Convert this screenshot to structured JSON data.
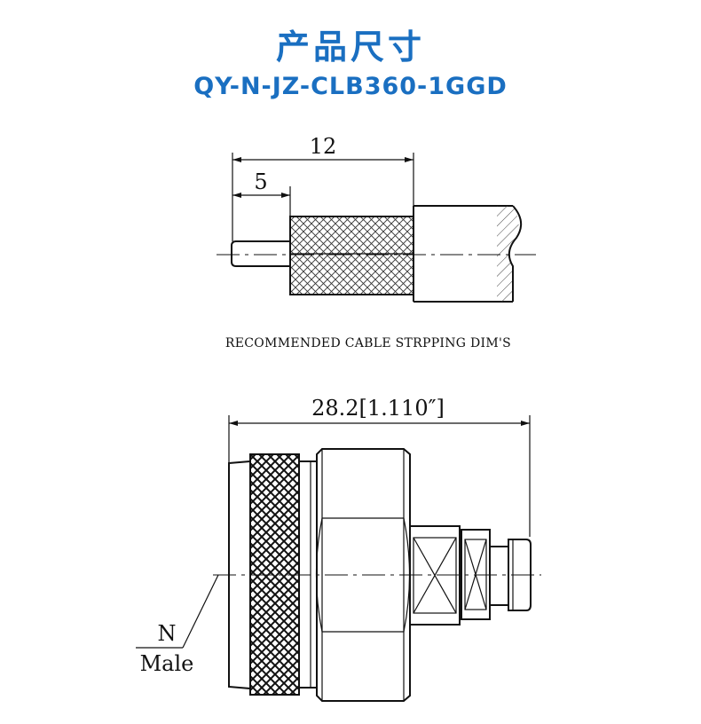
{
  "header": {
    "title": "产品尺寸",
    "model": "QY-N-JZ-CLB360-1GGD"
  },
  "strip_drawing": {
    "dim_overall": "12",
    "dim_pin": "5",
    "caption": "RECOMMENDED CABLE STRPPING DIM'S"
  },
  "connector_drawing": {
    "dim_length": "28.2[1.110″]",
    "label_type": "N",
    "label_gender": "Male"
  }
}
